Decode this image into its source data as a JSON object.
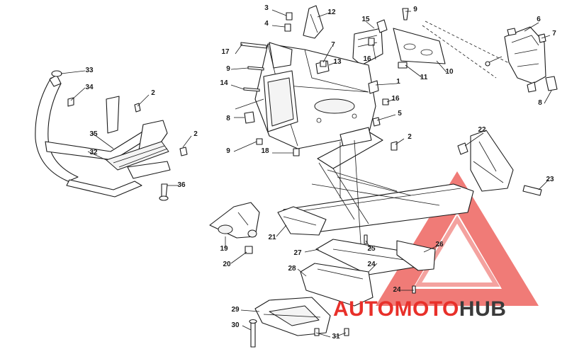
{
  "diagram": {
    "type": "exploded-parts-view",
    "callouts": [
      {
        "id": "c1",
        "label": "1"
      },
      {
        "id": "c2a",
        "label": "2"
      },
      {
        "id": "c2b",
        "label": "2"
      },
      {
        "id": "c2c",
        "label": "2"
      },
      {
        "id": "c3",
        "label": "3"
      },
      {
        "id": "c4",
        "label": "4"
      },
      {
        "id": "c5",
        "label": "5"
      },
      {
        "id": "c6",
        "label": "6"
      },
      {
        "id": "c7a",
        "label": "7"
      },
      {
        "id": "c7b",
        "label": "7"
      },
      {
        "id": "c8a",
        "label": "8"
      },
      {
        "id": "c8b",
        "label": "8"
      },
      {
        "id": "c9a",
        "label": "9"
      },
      {
        "id": "c9b",
        "label": "9"
      },
      {
        "id": "c9c",
        "label": "9"
      },
      {
        "id": "c10",
        "label": "10"
      },
      {
        "id": "c11",
        "label": "11"
      },
      {
        "id": "c12",
        "label": "12"
      },
      {
        "id": "c13",
        "label": "13"
      },
      {
        "id": "c14",
        "label": "14"
      },
      {
        "id": "c15",
        "label": "15"
      },
      {
        "id": "c16a",
        "label": "16"
      },
      {
        "id": "c16b",
        "label": "16"
      },
      {
        "id": "c17",
        "label": "17"
      },
      {
        "id": "c18",
        "label": "18"
      },
      {
        "id": "c19",
        "label": "19"
      },
      {
        "id": "c20",
        "label": "20"
      },
      {
        "id": "c21",
        "label": "21"
      },
      {
        "id": "c22",
        "label": "22"
      },
      {
        "id": "c23",
        "label": "23"
      },
      {
        "id": "c24a",
        "label": "24"
      },
      {
        "id": "c24b",
        "label": "24"
      },
      {
        "id": "c25",
        "label": "25"
      },
      {
        "id": "c26",
        "label": "26"
      },
      {
        "id": "c27",
        "label": "27"
      },
      {
        "id": "c28",
        "label": "28"
      },
      {
        "id": "c29",
        "label": "29"
      },
      {
        "id": "c30",
        "label": "30"
      },
      {
        "id": "c31",
        "label": "31"
      },
      {
        "id": "c32",
        "label": "32"
      },
      {
        "id": "c33",
        "label": "33"
      },
      {
        "id": "c34",
        "label": "34"
      },
      {
        "id": "c35",
        "label": "35"
      },
      {
        "id": "c36",
        "label": "36"
      }
    ]
  },
  "watermark": {
    "brand_part1": "AUTO",
    "brand_part2": "MOTO",
    "brand_part3": "HUB",
    "color_red": "#e8302a",
    "color_dark": "#3a3a3a"
  }
}
